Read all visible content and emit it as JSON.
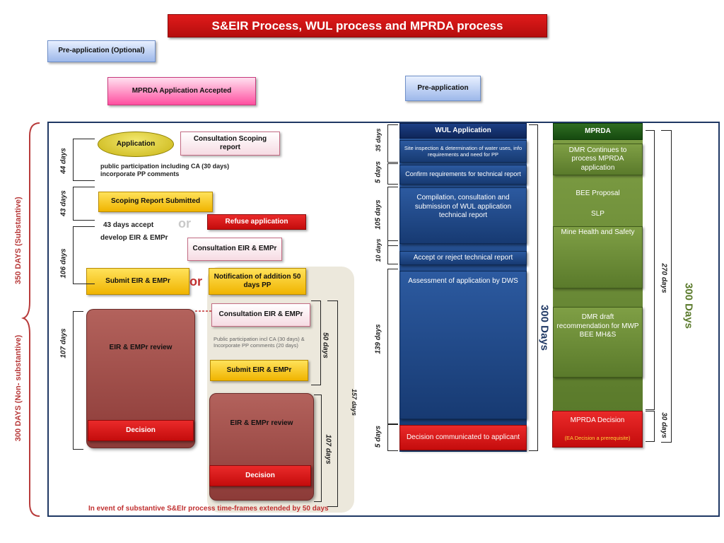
{
  "title": "S&EIR Process, WUL process and MPRDA process",
  "left": {
    "pre_application_optional": "Pre-application (Optional)",
    "mprda_application_accepted": "MPRDA Application Accepted",
    "application": "Application",
    "consultation_scoping_report": "Consultation Scoping report",
    "public_participation_note": "public participation including CA (30 days) incorporate PP comments",
    "scoping_report_submitted": "Scoping Report Submitted",
    "refuse_application": "Refuse application",
    "accept_43_days": "43 days accept",
    "develop_eir_empr": "develop EIR & EMPr",
    "consultation_eir_empr_1": "Consultation EIR & EMPr",
    "submit_eir_empr_1": "Submit EIR & EMPr",
    "notification_addition": "Notification of addition 50 days PP",
    "consultation_eir_empr_2": "Consultation EIR & EMPr",
    "public_participation_incl_ca": "Public participation incl CA (30 days) & Incorporate PP comments (20 days)",
    "eir_empr_review_1": "EIR & EMPr review",
    "decision_1": "Decision",
    "submit_eir_empr_2": "Submit EIR & EMPr",
    "eir_empr_review_2": "EIR & EMPr review",
    "decision_2": "Decision",
    "or_1": "or",
    "or_2": "or",
    "footer_note": "In event of substantive S&EIr process time-frames extended by 50 days"
  },
  "left_durations": {
    "d44": "44 days",
    "d43": "43 days",
    "d106": "106 days",
    "d107a": "107 days",
    "d50": "50 days",
    "d157": "157 days",
    "d107b": "107 days",
    "total_substantive": "350 DAYS (Substantive)",
    "total_non_substantive": "300 DAYS (Non- substantive)"
  },
  "wul": {
    "pre_application": "Pre-application",
    "header": "WUL Application",
    "site_inspection": "Site inspection & determination of water uses, info requirements and need for PP",
    "confirm_requirements": "Confirm requirements for technical report",
    "compilation": "Compilation, consultation and submission of WUL application technical report",
    "accept_reject": "Accept or reject technical report",
    "assessment": "Assessment of application by DWS",
    "decision": "Decision communicated to applicant",
    "d35": "35 days",
    "d5a": "5 days",
    "d105": "105 days",
    "d10": "10 days",
    "d139": "139 days",
    "d5b": "5 days",
    "total": "300 Days"
  },
  "mprda": {
    "header": "MPRDA",
    "dmr_continues": "DMR Continues to process MPRDA application",
    "bee_proposal": "BEE Proposal",
    "slp": "SLP",
    "mine_health": "Mine Health and Safety",
    "dmr_draft": "DMR draft recommendation for MWP BEE MH&S",
    "decision": "MPRDA Decision",
    "ea_decision": "(EA Decision a prerequisite)",
    "d270": "270 days",
    "d30": "30 days",
    "total": "300 Days"
  }
}
